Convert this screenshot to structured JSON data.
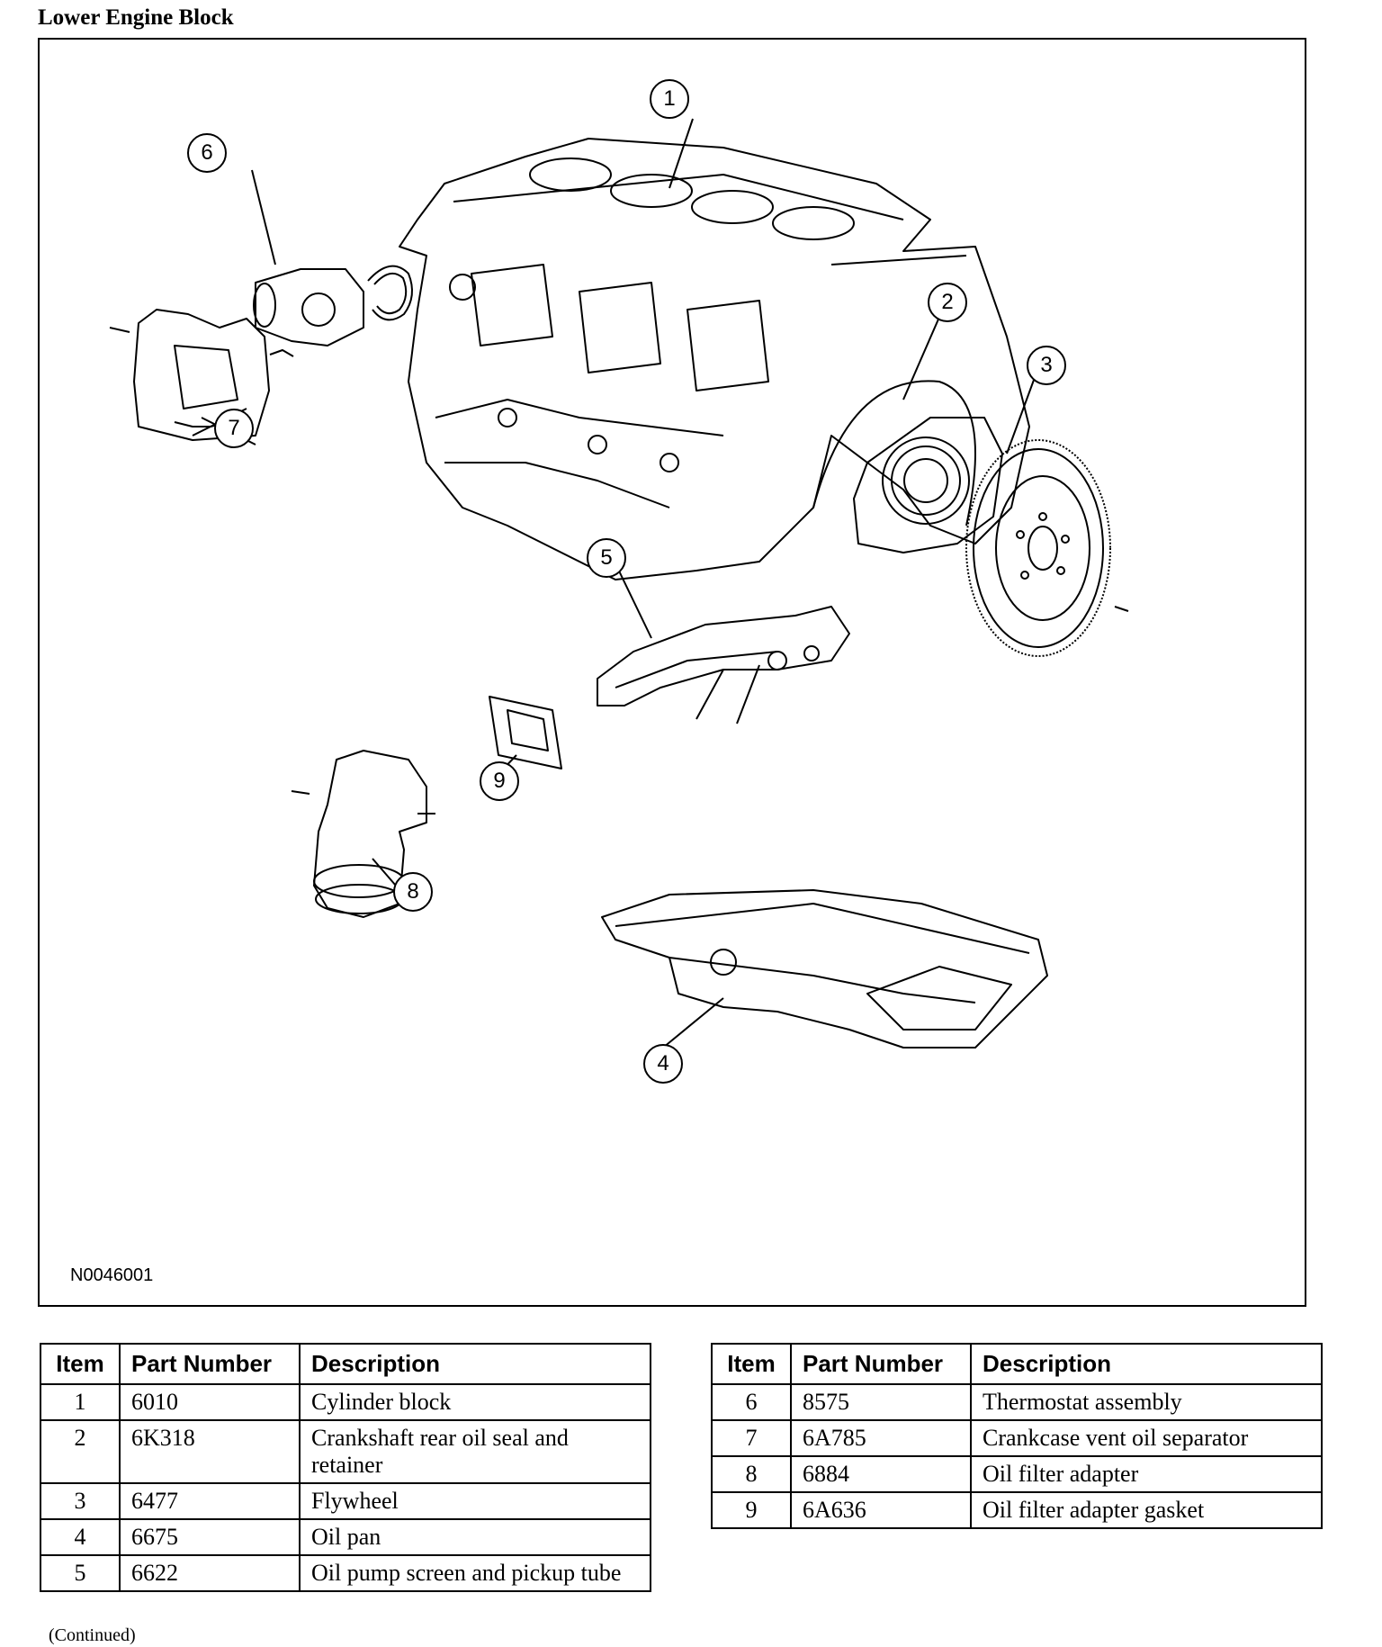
{
  "title": "Lower Engine Block",
  "figure": {
    "id": "N0046001",
    "callouts": [
      "1",
      "2",
      "3",
      "4",
      "5",
      "6",
      "7",
      "8",
      "9"
    ]
  },
  "tables": {
    "headers": {
      "item": "Item",
      "part_number": "Part Number",
      "description": "Description"
    },
    "left_rows": [
      {
        "item": "1",
        "part_number": "6010",
        "description": "Cylinder block"
      },
      {
        "item": "2",
        "part_number": "6K318",
        "description": "Crankshaft rear oil seal and retainer"
      },
      {
        "item": "3",
        "part_number": "6477",
        "description": "Flywheel"
      },
      {
        "item": "4",
        "part_number": "6675",
        "description": "Oil pan"
      },
      {
        "item": "5",
        "part_number": "6622",
        "description": "Oil pump screen and pickup tube"
      }
    ],
    "right_rows": [
      {
        "item": "6",
        "part_number": "8575",
        "description": "Thermostat assembly"
      },
      {
        "item": "7",
        "part_number": "6A785",
        "description": "Crankcase vent oil separator"
      },
      {
        "item": "8",
        "part_number": "6884",
        "description": "Oil filter adapter"
      },
      {
        "item": "9",
        "part_number": "6A636",
        "description": "Oil filter adapter gasket"
      }
    ]
  },
  "footer": {
    "continued": "(Continued)"
  }
}
